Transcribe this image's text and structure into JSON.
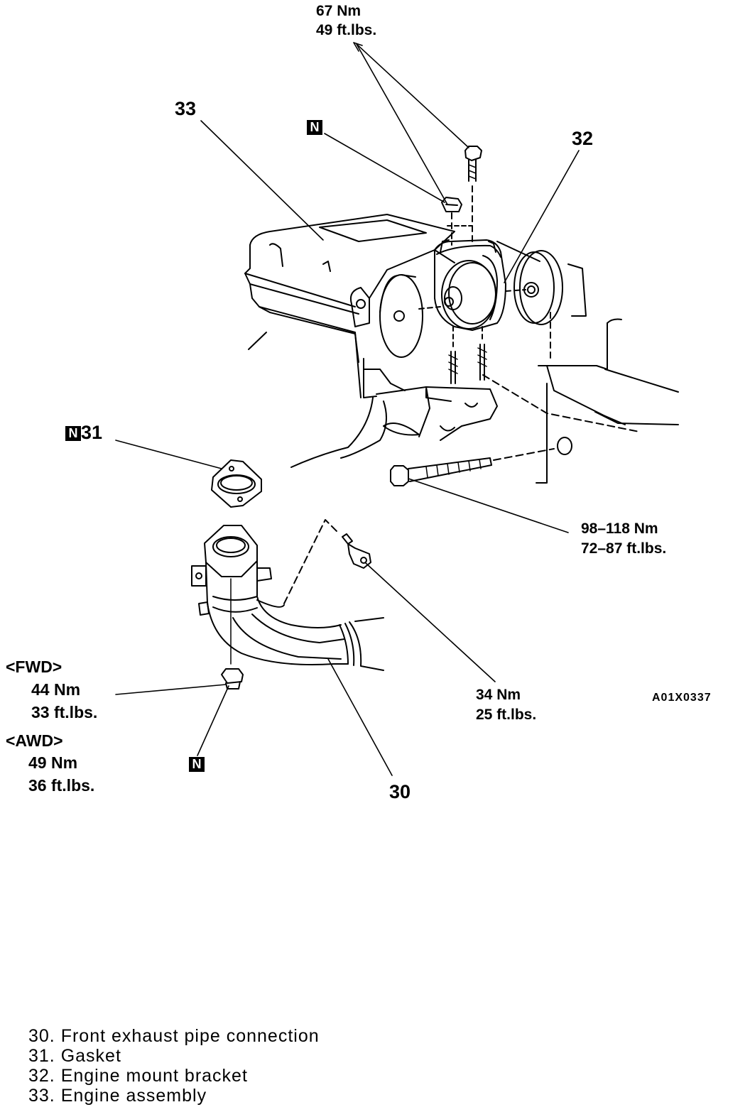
{
  "torque_top": {
    "nm": "67 Nm",
    "ftlbs": "49 ft.lbs."
  },
  "torque_mid": {
    "nm": "98–118 Nm",
    "ftlbs": "72–87 ft.lbs."
  },
  "torque_sensor": {
    "nm": "34 Nm",
    "ftlbs": "25 ft.lbs."
  },
  "fwd": {
    "label": "<FWD>",
    "nm": "44 Nm",
    "ftlbs": "33 ft.lbs."
  },
  "awd": {
    "label": "<AWD>",
    "nm": "49 Nm",
    "ftlbs": "36 ft.lbs."
  },
  "callouts": {
    "c30": "30",
    "c31": "31",
    "c32": "32",
    "c33": "33"
  },
  "new_part_mark": "N",
  "figure_code": "A01X0337",
  "legend": [
    "30. Front exhaust pipe connection",
    "31. Gasket",
    "32. Engine mount bracket",
    "33. Engine assembly"
  ]
}
